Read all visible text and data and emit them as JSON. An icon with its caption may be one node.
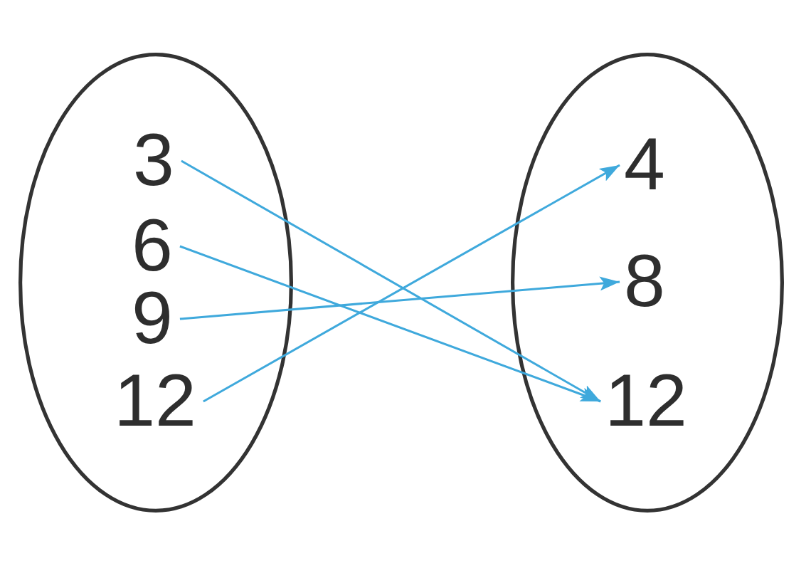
{
  "diagram": {
    "nodes": [
      {
        "text": [],
        "shape": "ellipse"
      },
      {
        "text": [
          "3"
        ],
        "in": 0
      },
      {
        "text": [
          "6"
        ],
        "in": 0
      },
      {
        "text": [
          "9"
        ],
        "in": 0
      },
      {
        "text": [
          "12"
        ],
        "in": 0
      },
      {
        "text": [],
        "shape": "ellipse"
      },
      {
        "text": [
          "4"
        ],
        "in": 5
      },
      {
        "text": [
          "8"
        ],
        "in": 5
      },
      {
        "text": [
          "12"
        ],
        "in": 5
      }
    ],
    "edges": [
      {
        "from": 1,
        "to": 8,
        "arrow": "to"
      },
      {
        "from": 2,
        "to": 8,
        "arrow": "to"
      },
      {
        "from": 3,
        "to": 7,
        "arrow": "to"
      },
      {
        "from": 4,
        "to": 6,
        "arrow": "to"
      }
    ]
  }
}
